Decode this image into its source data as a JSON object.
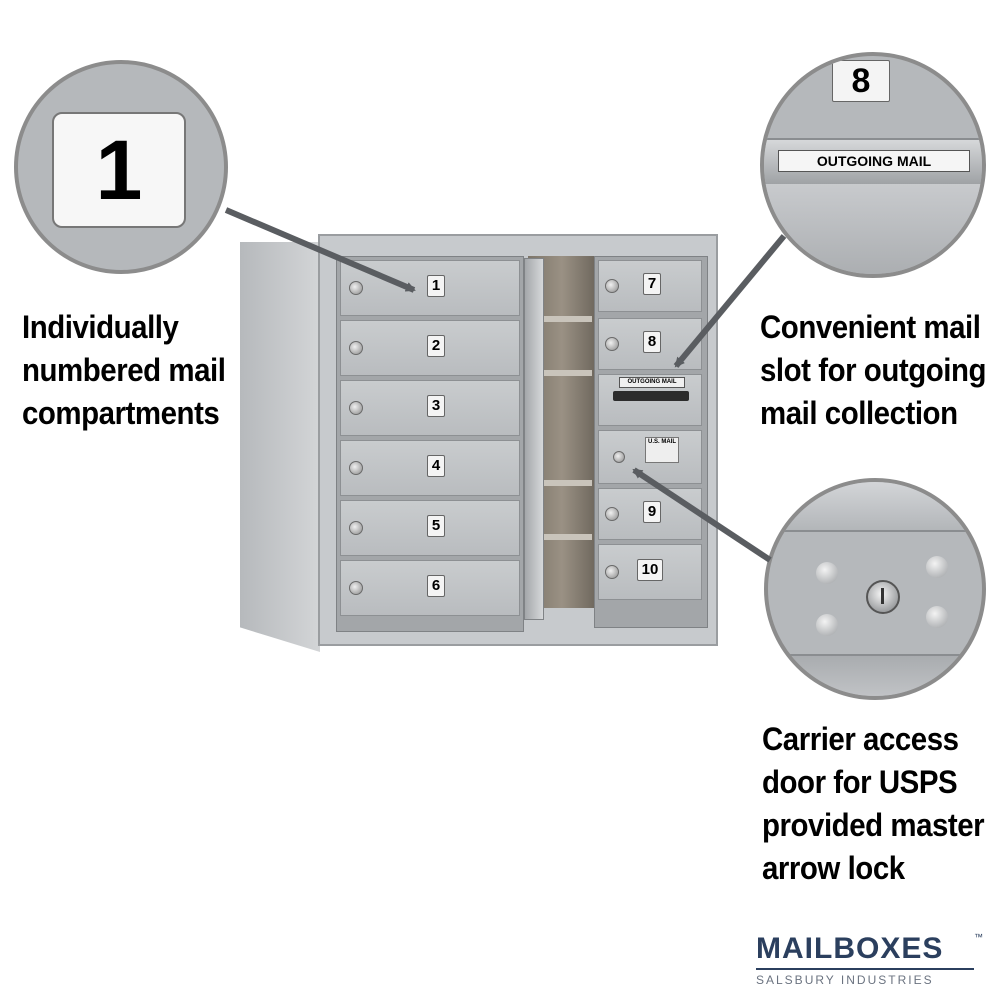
{
  "callouts": {
    "compartments": [
      "Individually",
      "numbered mail",
      "compartments"
    ],
    "outgoing": [
      "Convenient mail",
      "slot for outgoing",
      "mail collection"
    ],
    "carrier": [
      "Carrier access",
      "door for USPS",
      "provided master",
      "arrow lock"
    ]
  },
  "zoom": {
    "number_one": "1",
    "number_eight": "8",
    "outgoing_label": "OUTGOING MAIL"
  },
  "unit": {
    "left_doors": [
      "1",
      "2",
      "3",
      "4",
      "5",
      "6"
    ],
    "right_doors": [
      "7",
      "8",
      "9",
      "10"
    ],
    "slot_label": "OUTGOING MAIL",
    "usps_label": "U.S. MAIL"
  },
  "brand": {
    "name": "MAILBOXES",
    "tm": "™",
    "subtitle": "SALSBURY INDUSTRIES"
  },
  "colors": {
    "arrow": "#5a5d61",
    "aluminum": "#c3c6c9",
    "brand_blue": "#2b3f5e"
  }
}
